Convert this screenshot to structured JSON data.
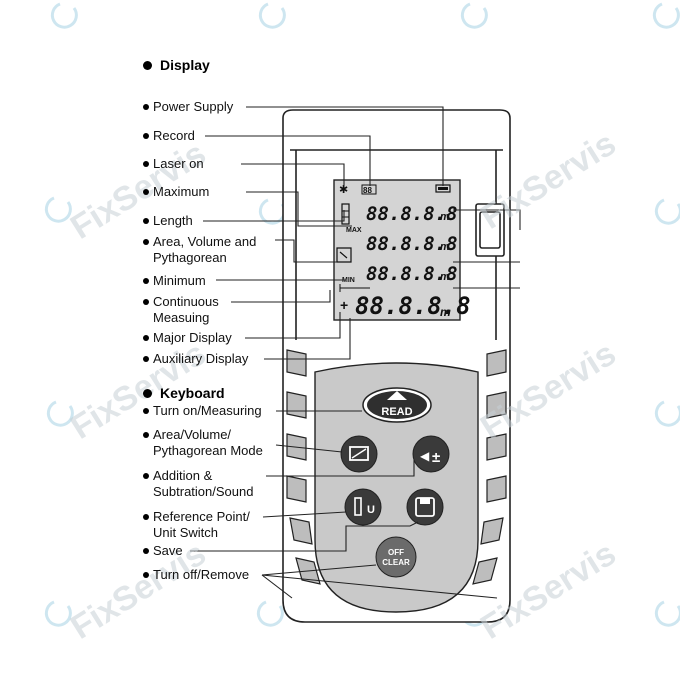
{
  "sections": {
    "display": "Display",
    "keyboard": "Keyboard"
  },
  "display_labels": [
    "Power Supply",
    "Record",
    "Laser on",
    "Maximum",
    "Length",
    "Area, Volume and Pythagorean",
    "Minimum",
    "Continuous Measuing",
    "Major Display",
    "Auxiliary Display"
  ],
  "keyboard_labels": [
    "Turn on/Measuring",
    "Area/Volume/ Pythagorean Mode",
    "Addition & Subtration/Sound",
    "Reference Point/ Unit Switch",
    "Save",
    "Turn off/Remove"
  ],
  "lcd": {
    "digits": "88.8.8.8",
    "record": "88",
    "max": "MAX",
    "min": "MIN",
    "plus": "+",
    "unit": "m"
  },
  "buttons": {
    "read": "READ",
    "off_1": "OFF",
    "off_2": "CLEAR",
    "ref_unit": "U"
  },
  "watermark": "FixServis",
  "colors": {
    "ink": "#111111",
    "lcd": "#d4d4d4",
    "keypad": "#c9c9c9",
    "button_dark": "#3a3a3a",
    "watermark": "#cfd8dc",
    "watermark_accent": "#9ecbe0"
  }
}
